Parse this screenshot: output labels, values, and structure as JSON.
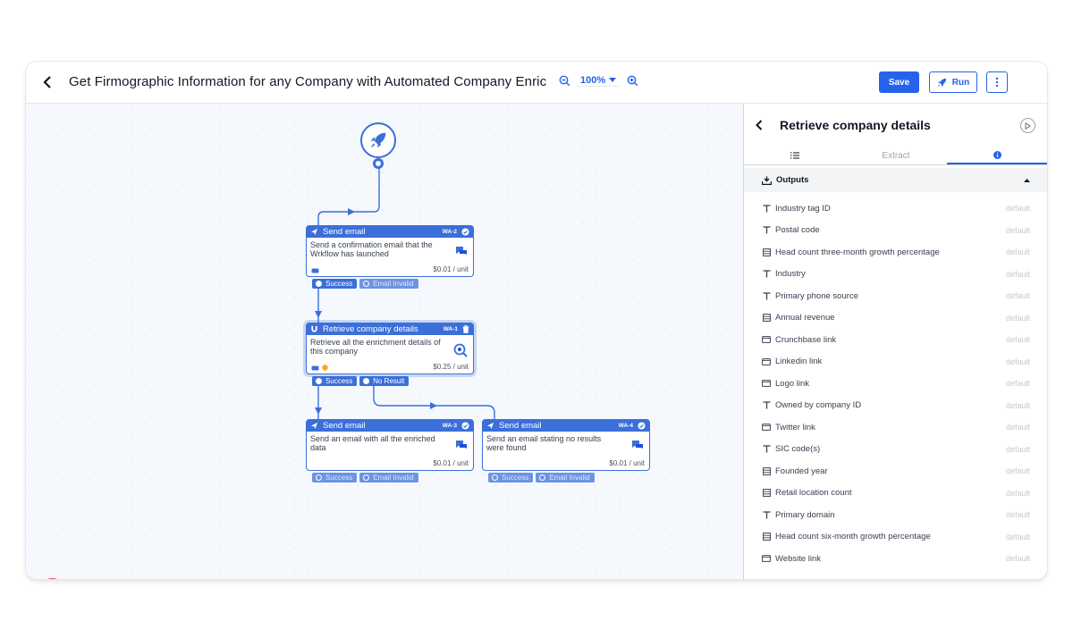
{
  "header": {
    "title": "Get Firmographic Information for any Company with Automated Company Enric",
    "zoom": "100%",
    "save_label": "Save",
    "run_label": "Run"
  },
  "nodes": {
    "n1": {
      "title": "Send email",
      "id": "WA-2",
      "body": "Send a confirmation email that the Wrkflow has launched",
      "price": "$0.01 / unit",
      "port_a": "Success",
      "port_b": "Email Invalid"
    },
    "n2": {
      "title": "Retrieve company details",
      "id": "WA-1",
      "body": "Retrieve all the enrichment details of this company",
      "price": "$0.25 / unit",
      "port_a": "Success",
      "port_b": "No Result"
    },
    "n3": {
      "title": "Send email",
      "id": "WA-3",
      "body": "Send an email with all the enriched data",
      "price": "$0.01 / unit",
      "port_a": "Success",
      "port_b": "Email Invalid"
    },
    "n4": {
      "title": "Send email",
      "id": "WA-4",
      "body": "Send an email stating no results were found",
      "price": "$0.01 / unit",
      "port_a": "Success",
      "port_b": "Email Invalid"
    }
  },
  "panel": {
    "title": "Retrieve company details",
    "tabs": [
      "",
      "Extract",
      ""
    ],
    "outputs_label": "Outputs",
    "outputs": [
      {
        "name": "Industry tag ID",
        "icon": "text-icon",
        "value": "default"
      },
      {
        "name": "Postal code",
        "icon": "text-icon",
        "value": "default"
      },
      {
        "name": "Head count three-month growth percentage",
        "icon": "number-icon",
        "value": "default"
      },
      {
        "name": "Industry",
        "icon": "text-icon",
        "value": "default"
      },
      {
        "name": "Primary phone source",
        "icon": "text-icon",
        "value": "default"
      },
      {
        "name": "Annual revenue",
        "icon": "number-icon",
        "value": "default"
      },
      {
        "name": "Crunchbase link",
        "icon": "link-icon",
        "value": "default"
      },
      {
        "name": "Linkedin link",
        "icon": "link-icon",
        "value": "default"
      },
      {
        "name": "Logo link",
        "icon": "link-icon",
        "value": "default"
      },
      {
        "name": "Owned by company ID",
        "icon": "text-icon",
        "value": "default"
      },
      {
        "name": "Twitter link",
        "icon": "link-icon",
        "value": "default"
      },
      {
        "name": "SIC code(s)",
        "icon": "text-icon",
        "value": "default"
      },
      {
        "name": "Founded year",
        "icon": "number-icon",
        "value": "default"
      },
      {
        "name": "Retail location count",
        "icon": "number-icon",
        "value": "default"
      },
      {
        "name": "Primary domain",
        "icon": "text-icon",
        "value": "default"
      },
      {
        "name": "Head count six-month growth percentage",
        "icon": "number-icon",
        "value": "default"
      },
      {
        "name": "Website link",
        "icon": "link-icon",
        "value": "default"
      }
    ]
  }
}
